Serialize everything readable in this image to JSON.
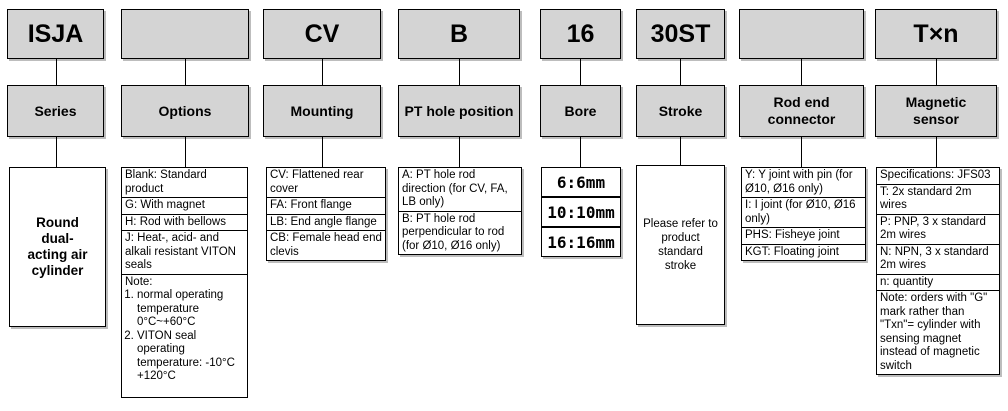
{
  "codes": [
    "ISJA",
    "",
    "CV",
    "B",
    "16",
    "30ST",
    "",
    "T×n"
  ],
  "labels": [
    "Series",
    "Options",
    "Mounting",
    "PT hole position",
    "Bore",
    "Stroke",
    "Rod end connector",
    "Magnetic sensor"
  ],
  "series": {
    "text": "Round dual-acting air cylinder"
  },
  "options": {
    "items": [
      "Blank: Standard product",
      "G: With magnet",
      "H: Rod with bellows",
      "J: Heat-, acid- and alkali resistant VITON seals"
    ],
    "note_title": "Note:",
    "notes": [
      "normal operating temperature 0°C~+60°C",
      "VITON seal operating temperature: -10°C +120°C"
    ]
  },
  "mounting": {
    "items": [
      "CV: Flattened rear cover",
      "FA: Front flange",
      "LB: End angle flange",
      "CB: Female head end clevis"
    ]
  },
  "pt_hole": {
    "items": [
      "A:  PT hole rod direction (for CV, FA, LB only)",
      "B:  PT hole rod perpendicular to rod (for Ø10, Ø16 only)"
    ]
  },
  "bore": {
    "items": [
      "6:6mm",
      "10:10mm",
      "16:16mm"
    ]
  },
  "stroke": {
    "text": "Please refer to product standard stroke"
  },
  "rod_end": {
    "items": [
      "Y: Y joint with pin (for Ø10, Ø16 only)",
      "I: I joint (for Ø10, Ø16 only)",
      "PHS: Fisheye joint",
      "KGT: Floating joint"
    ]
  },
  "magnetic": {
    "items": [
      "Specifications: JFS03",
      "T: 2x standard 2m wires",
      "P: PNP, 3 x standard 2m wires",
      "N: NPN, 3 x standard 2m wires",
      "n: quantity",
      "Note: orders with \"G\" mark rather than \"Txn\"= cylinder with sensing magnet instead of magnetic switch"
    ]
  }
}
